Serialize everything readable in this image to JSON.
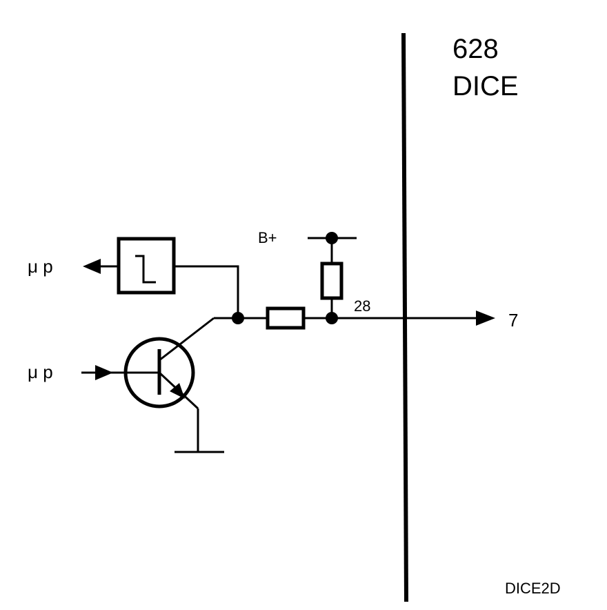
{
  "module": {
    "number": "628",
    "name": "DICE"
  },
  "labels": {
    "supply": "B+",
    "pin": "28",
    "output": "7",
    "up_out": "μ p",
    "up_in": "μ p",
    "figure_id": "DICE2D"
  },
  "symbols": {
    "transistor": "npn-transistor",
    "buffer": "schmitt-trigger",
    "resistors": [
      "series-resistor",
      "pull-up-resistor"
    ],
    "ground": "ground",
    "colors": {
      "line": "#000000",
      "background": "#ffffff"
    }
  }
}
